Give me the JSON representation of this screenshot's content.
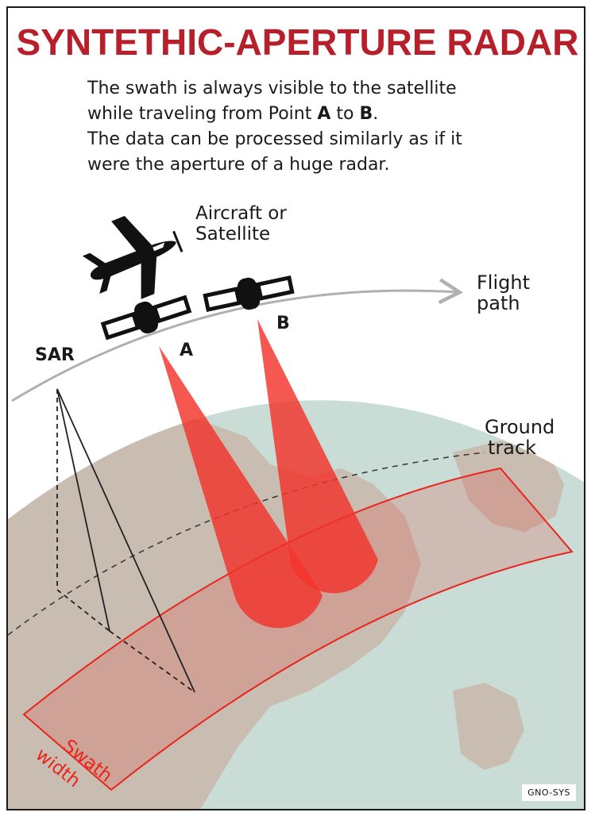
{
  "title": "SYNTETHIC-APERTURE RADAR",
  "intro": {
    "line1": "The swath is always visible to the satellite",
    "line2_pre": "while traveling from Point ",
    "line2_a": "A",
    "line2_mid": " to ",
    "line2_b": "B",
    "line2_post": ".",
    "line3": "The data can be processed similarly as if it",
    "line4": "were the aperture of a huge radar."
  },
  "labels": {
    "aircraft_line1": "Aircraft or",
    "aircraft_line2": "Satellite",
    "flight_line1": "Flight",
    "flight_line2": "path",
    "point_a": "A",
    "point_b": "B",
    "sar": "SAR",
    "ground_line1": "Ground",
    "ground_line2": "track",
    "swath_line1": "Swath",
    "swath_line2": "width"
  },
  "credit": "GNO-SYS",
  "colors": {
    "title": "#b7202a",
    "beam": "#f2332b",
    "swath": "#e8261e",
    "ocean": "#c9dcd6",
    "land": "#c9bdb2",
    "flight_path": "#b0b0b0"
  }
}
